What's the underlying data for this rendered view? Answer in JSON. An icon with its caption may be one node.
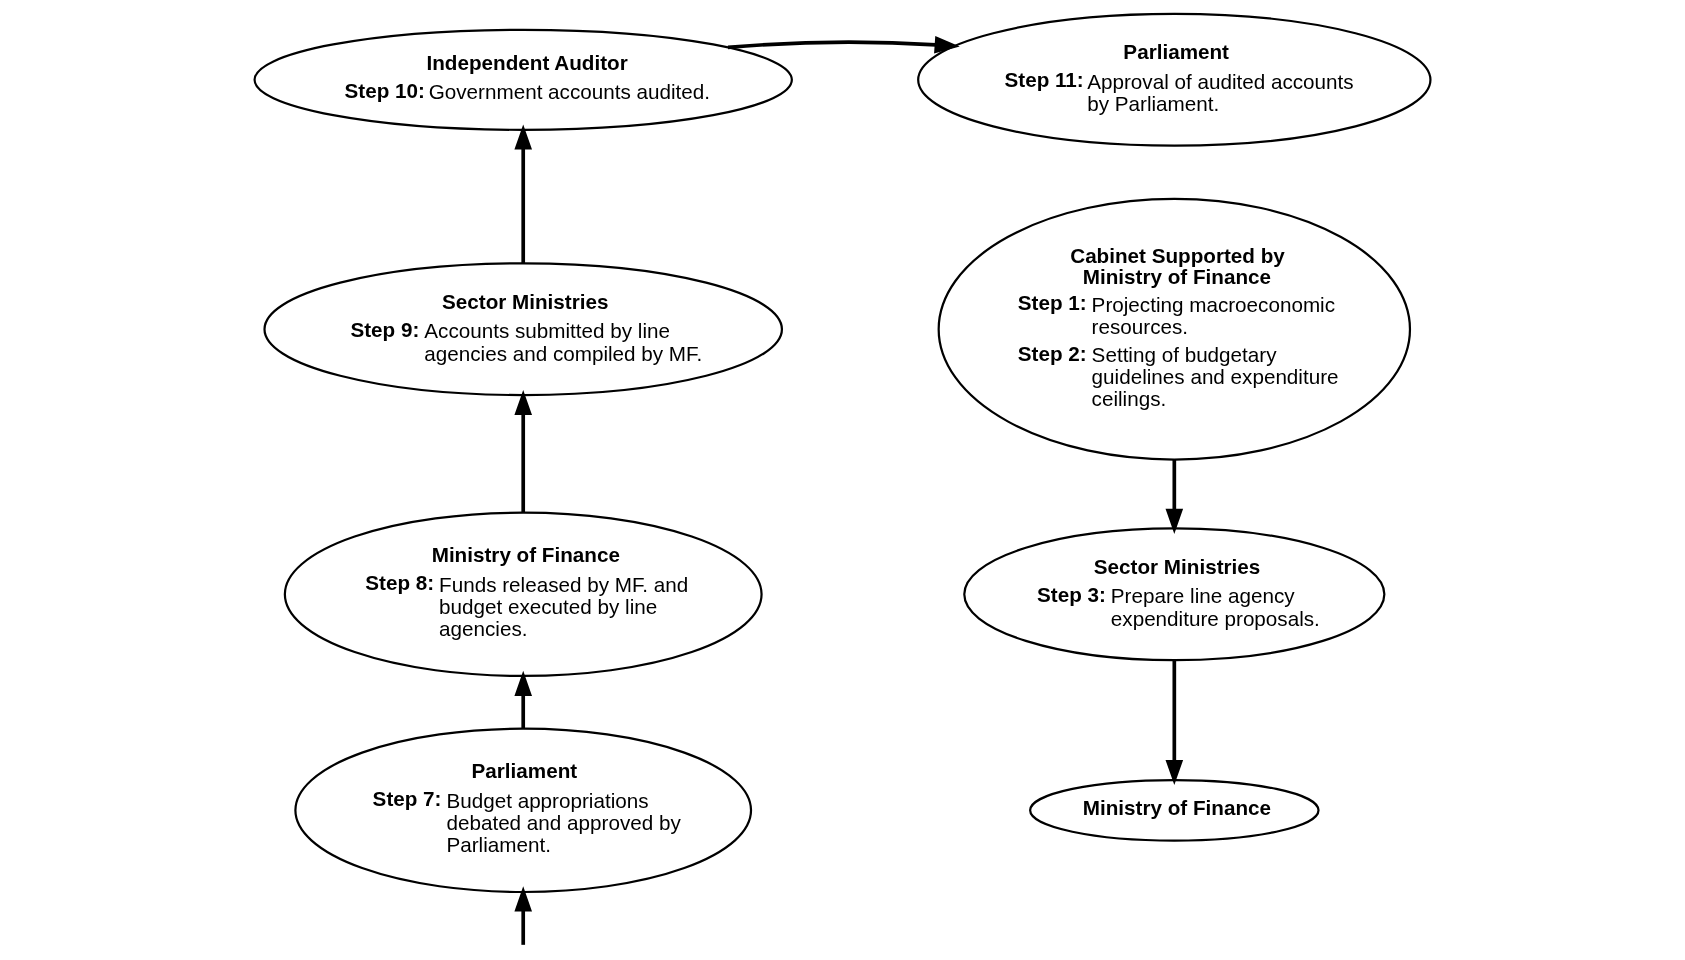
{
  "diagram": {
    "nodes": [
      {
        "text": [
          "Independent Auditor",
          "Step 10:",
          "Government accounts audited."
        ]
      },
      {
        "text": [
          "Parliament",
          "Step 11:",
          "Approval of audited accounts by Parliament."
        ]
      },
      {
        "text": [
          "Sector Ministries",
          "Step 9:",
          "Accounts submitted by line agencies and compiled by MF."
        ]
      },
      {
        "text": [
          "Cabinet Supported by Ministry of Finance",
          "Step 1:",
          "Projecting macroeconomic resources.",
          "Step 2:",
          "Setting of budgetary guidelines and expenditure ceilings."
        ]
      },
      {
        "text": [
          "Ministry of Finance",
          "Step 8:",
          "Funds released by MF. and budget executed by line agencies."
        ]
      },
      {
        "text": [
          "Sector Ministries",
          "Step 3:",
          "Prepare line agency expenditure proposals."
        ]
      },
      {
        "text": [
          "Parliament",
          "Step 7:",
          "Budget appropriations debated and approved by Parliament."
        ]
      },
      {
        "text": [
          "Ministry of Finance"
        ]
      }
    ],
    "edges": [
      {
        "from": 2,
        "to": 0,
        "arrow": "to"
      },
      {
        "from": 0,
        "to": 1,
        "arrow": "to"
      },
      {
        "from": 4,
        "to": 2,
        "arrow": "to"
      },
      {
        "from": 6,
        "to": 4,
        "arrow": "to"
      },
      {
        "from": null,
        "to": 6,
        "arrow": "to"
      },
      {
        "from": 3,
        "to": 5,
        "arrow": "to"
      },
      {
        "from": 5,
        "to": 7,
        "arrow": "to"
      }
    ]
  }
}
